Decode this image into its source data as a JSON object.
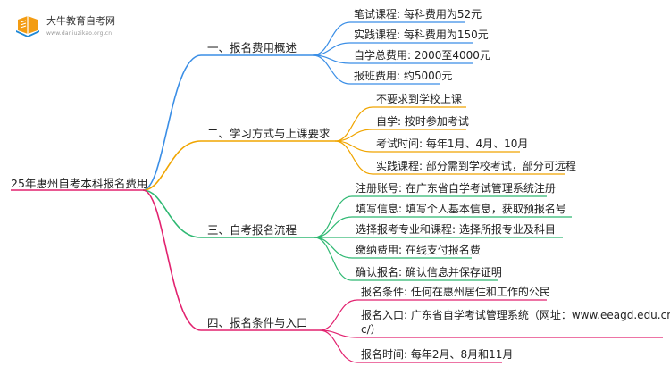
{
  "logo": {
    "title": "大牛教育自考网",
    "url": "www.daniuzikao.org.cn"
  },
  "root": "25年惠州自考本科报名费用",
  "colors": {
    "b1": "#3a8ee6",
    "b2": "#f0a500",
    "b3": "#2eb872",
    "b4": "#e2226f"
  },
  "branches": [
    {
      "label": "一、报名费用概述",
      "items": [
        "笔试课程: 每科费用为52元",
        "实践课程: 每科费用为150元",
        "自学总费用: 2000至4000元",
        "报班费用: 约5000元"
      ]
    },
    {
      "label": "二、学习方式与上课要求",
      "items": [
        "不要求到学校上课",
        "自学: 按时参加考试",
        "考试时间: 每年1月、4月、10月",
        "实践课程: 部分需到学校考试，部分可远程"
      ]
    },
    {
      "label": "三、自考报名流程",
      "items": [
        "注册账号: 在广东省自学考试管理系统注册",
        "填写信息: 填写个人基本信息，获取预报名号",
        "选择报考专业和课程: 选择所报专业及科目",
        "缴纳费用: 在线支付报名费",
        "确认报名: 确认信息并保存证明"
      ]
    },
    {
      "label": "四、报名条件与入口",
      "items": [
        "报名条件: 任何在惠州居住和工作的公民",
        "报名入口: 广东省自学考试管理系统（网址：www.eeagd.edu.cn/selfe",
        "c/）",
        "报名时间: 每年2月、8月和11月"
      ]
    }
  ]
}
